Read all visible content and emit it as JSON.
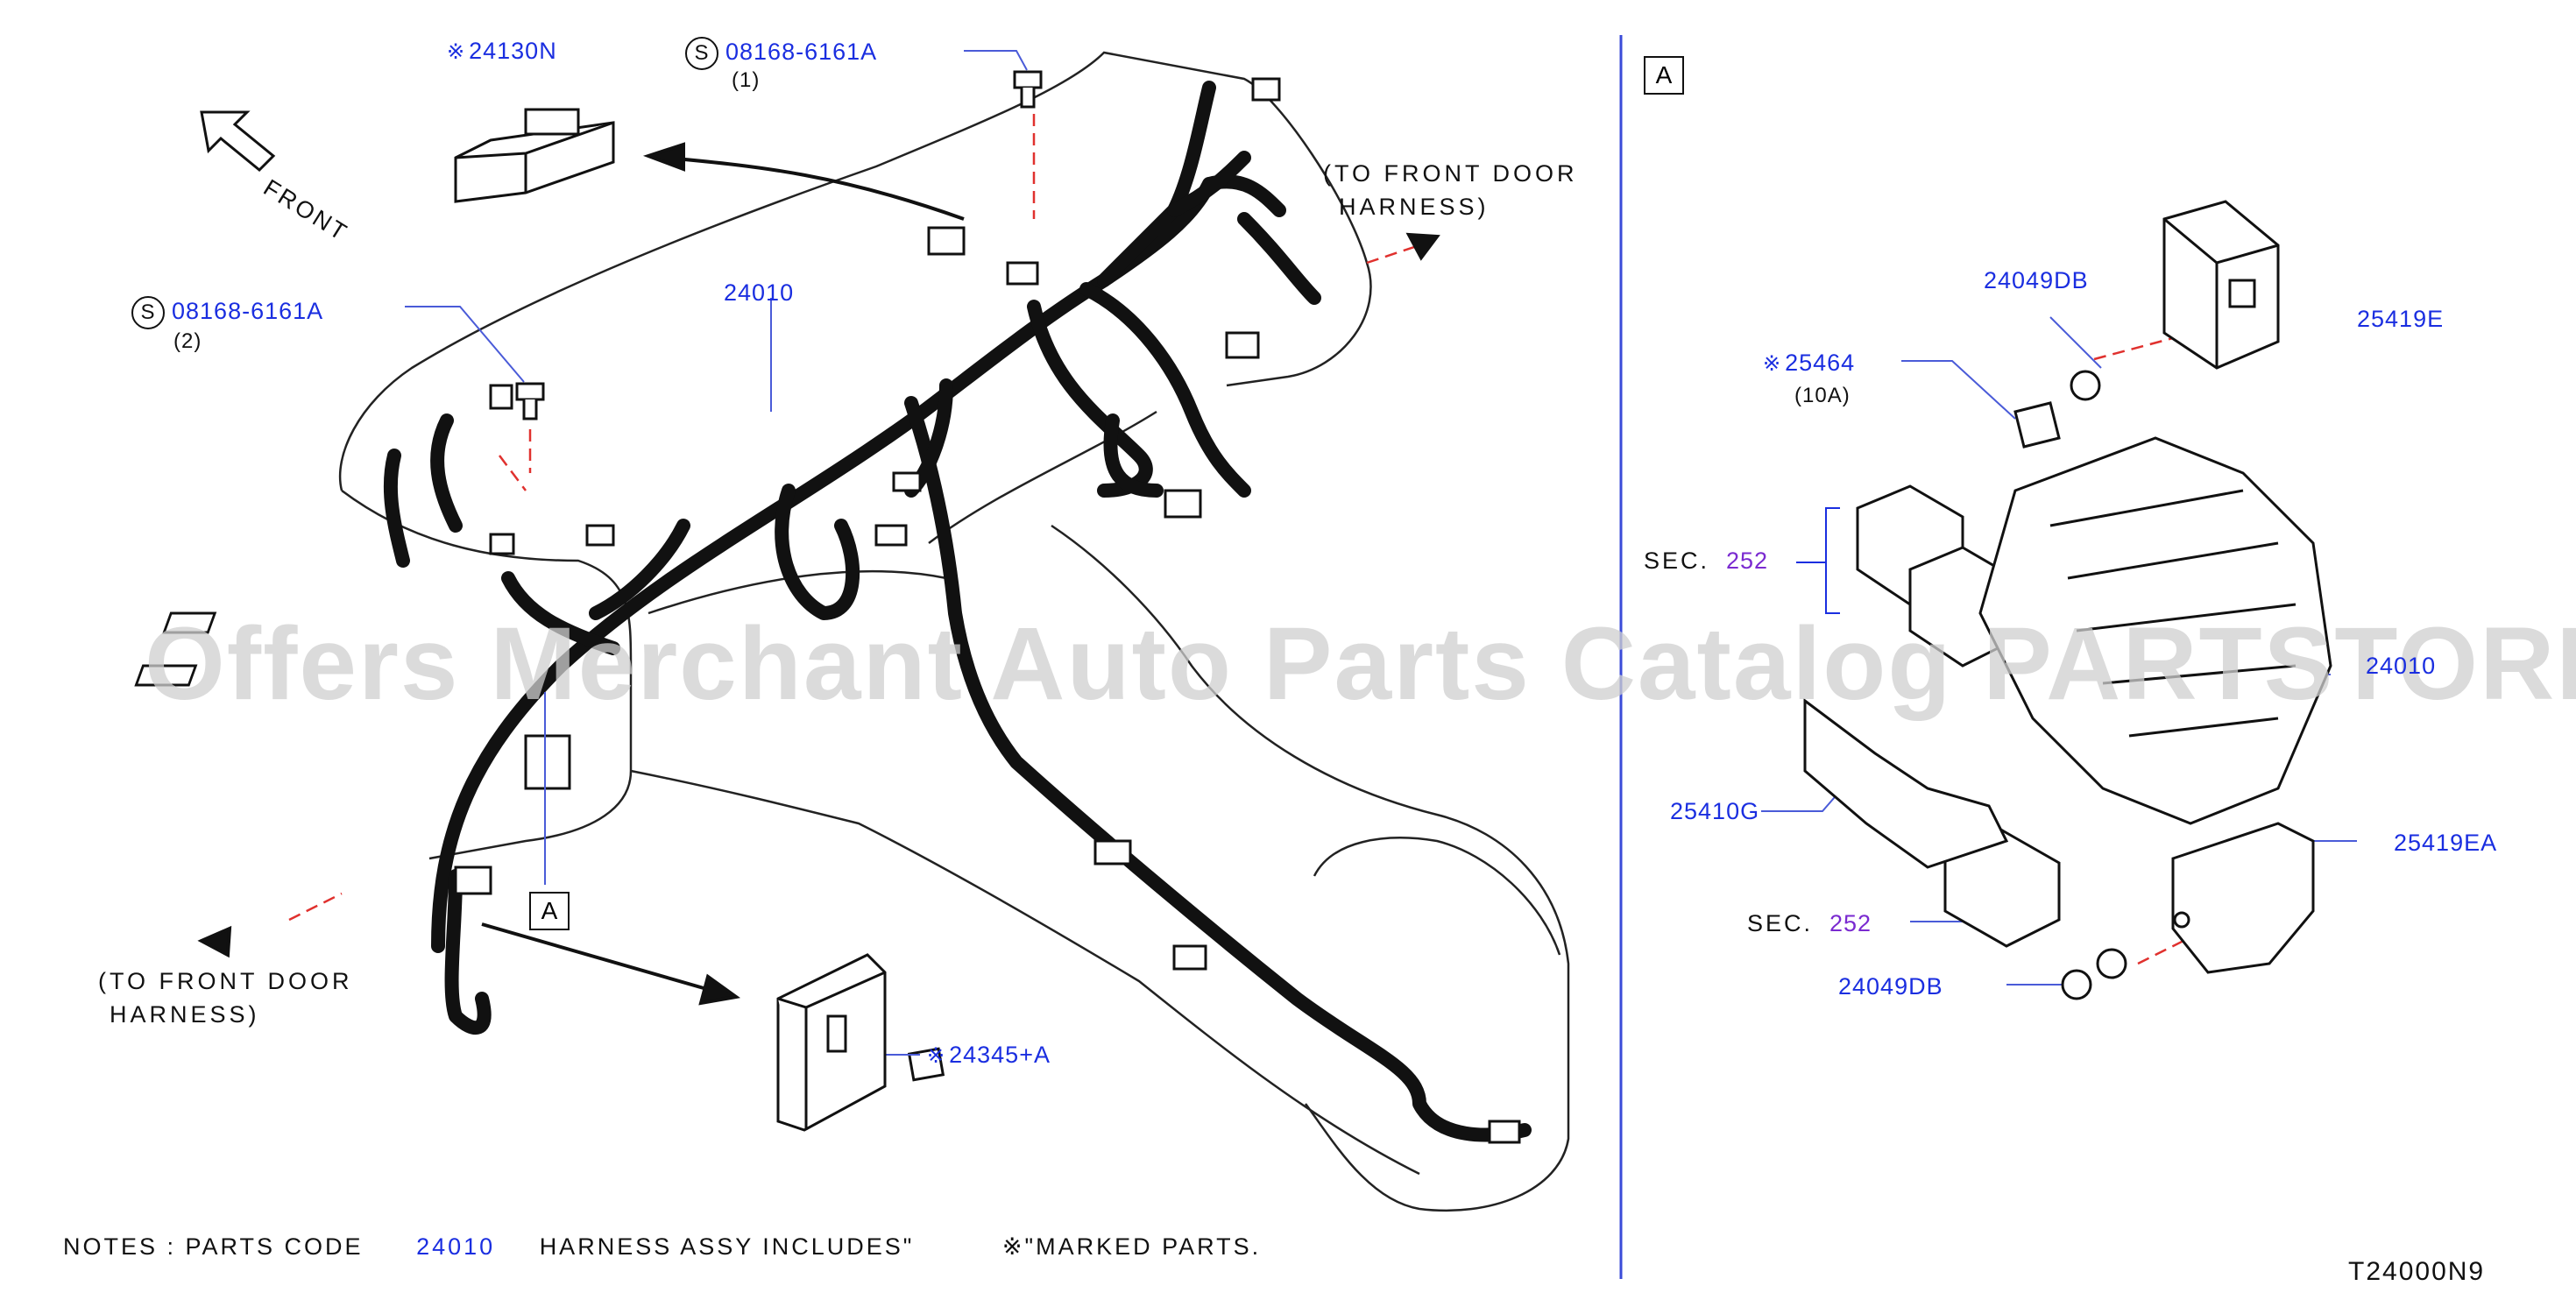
{
  "labels": {
    "p24130N": "24130N",
    "bolt1_part": "08168-6161A",
    "bolt1_qty": "(1)",
    "bolt2_part": "08168-6161A",
    "bolt2_qty": "(2)",
    "circle_s": "S",
    "harness": "24010",
    "front": "FRONT",
    "to_front_door_right_1": "(TO FRONT DOOR",
    "to_front_door_right_2": "HARNESS)",
    "to_front_door_left_1": "(TO FRONT DOOR",
    "to_front_door_left_2": "HARNESS)",
    "view_a_left": "A",
    "p24345A": "24345+A",
    "view_a_right": "A",
    "p24049DB_top": "24049DB",
    "p25419E": "25419E",
    "p25464": "25464",
    "p25464_rating": "(10A)",
    "sec_top_label": "SEC.",
    "sec_top_num": "252",
    "p24010_right": "24010",
    "p25410G": "25410G",
    "p25419EA": "25419EA",
    "sec_bottom_label": "SEC.",
    "sec_bottom_num": "252",
    "p24049DB_bottom": "24049DB",
    "diagram_code": "T24000N9"
  },
  "notes": {
    "prefix": "NOTES : PARTS CODE",
    "code": "24010",
    "middle": "HARNESS ASSY INCLUDES\"",
    "suffix": "\"MARKED PARTS."
  },
  "watermark": "Offers Merchant Auto Parts Catalog PARTSTORE.SA",
  "colors": {
    "part_number": "#1a2ee0",
    "section_ref": "#7a2ad0",
    "leader_red": "#e0312e",
    "line": "#111111",
    "watermark": "#cfcfcf"
  },
  "icons": [
    "front-arrow-icon",
    "asterisk-mark-icon",
    "direction-arrow-icon"
  ]
}
